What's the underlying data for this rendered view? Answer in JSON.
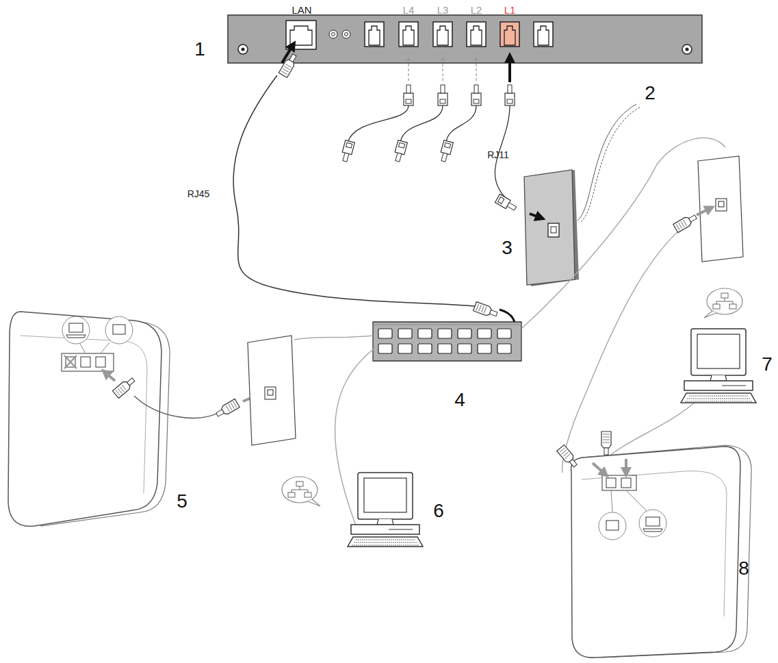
{
  "diagram": {
    "labels": [
      "LAN",
      "L4",
      "L3",
      "L2",
      "L1",
      "1",
      "2",
      "RJ11",
      "RJ45",
      "3",
      "7",
      "4",
      "5",
      "6",
      "8"
    ]
  }
}
